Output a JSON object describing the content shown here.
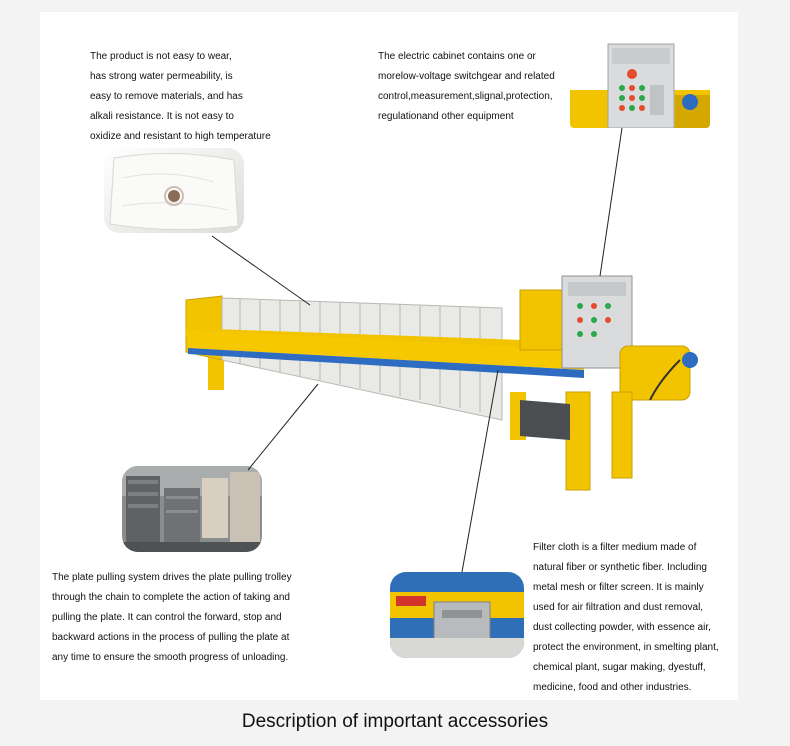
{
  "callouts": {
    "filter_plate": [
      "The product is not easy to wear,",
      "has strong water permeability, is",
      "easy to remove materials, and has",
      "alkali resistance. It is not easy to",
      "oxidize and resistant to high temperature"
    ],
    "electric_cabinet": [
      "The electric cabinet contains one or",
      "morelow-voltage switchgear and related",
      "control,measurement,slignal,protection,",
      "regulationand other equipment"
    ],
    "plate_pulling": [
      "The plate pulling system drives the plate pulling trolley",
      " through the chain to complete the action of taking and",
      " pulling the plate. It can control the forward, stop and",
      "backward actions in the process of pulling the plate at",
      "any time to ensure the smooth progress of unloading."
    ],
    "filter_cloth": [
      "Filter cloth is a filter medium made of",
      "natural fiber or synthetic fiber. Including",
      " metal mesh or filter screen. It is mainly",
      "used for air filtration and dust removal,",
      "dust collecting powder, with essence air,",
      "protect the environment, in smelting plant,",
      "chemical plant, sugar making, dyestuff,",
      "medicine, food and other industries."
    ]
  },
  "caption": "Description of important accessories",
  "colors": {
    "frame_yellow": "#f2c400",
    "beam_blue": "#2d6cc0",
    "plate_white": "#e9e9e6",
    "cabinet_grey": "#d9dbdc",
    "stack_grey": "#6e7274"
  }
}
